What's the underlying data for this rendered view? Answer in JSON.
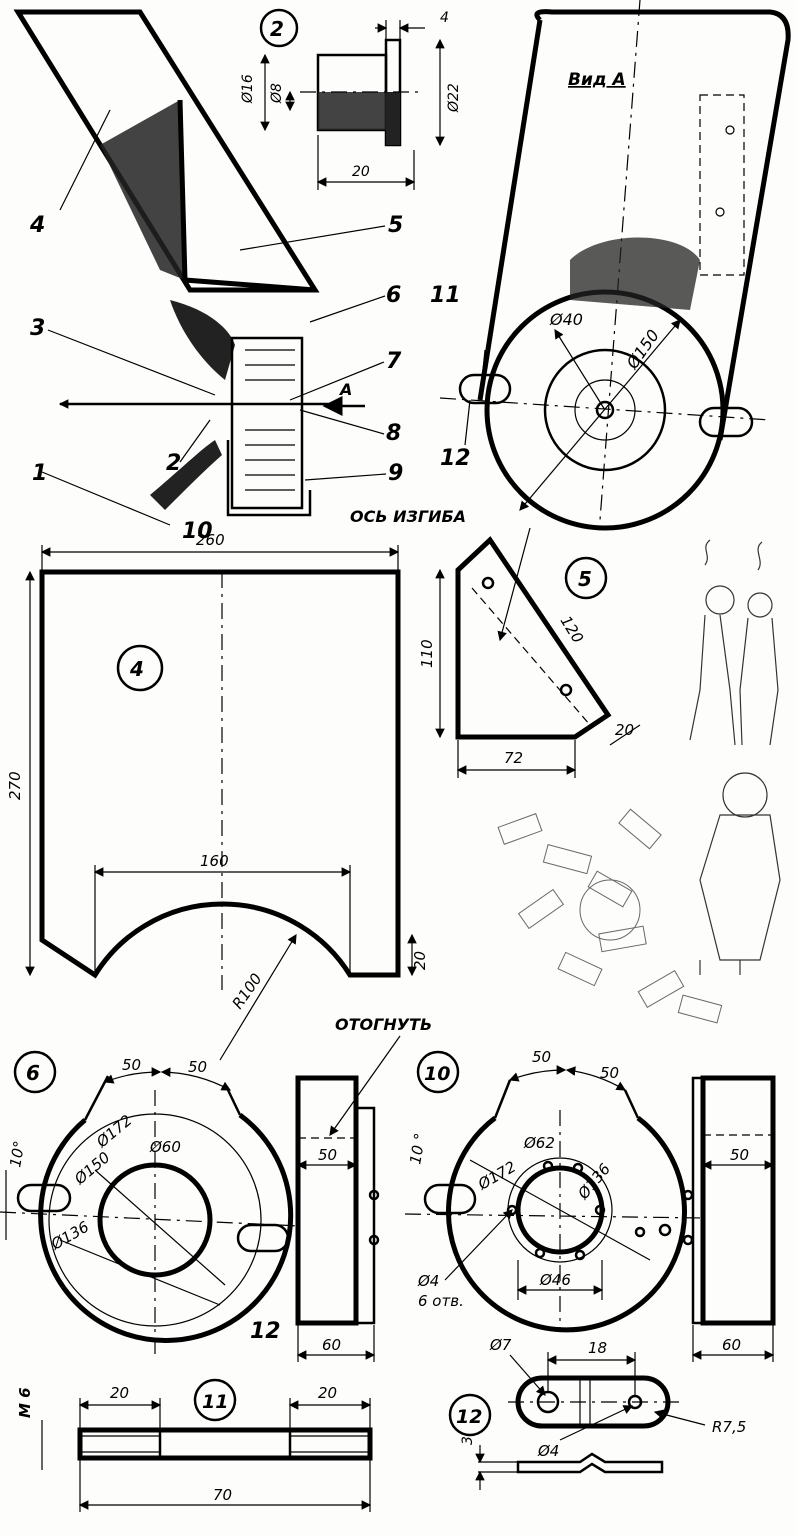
{
  "view_title": "Вид А",
  "bend_axis_label": "ОСЬ ИЗГИБА",
  "fold_label": "ОТОГНУТЬ",
  "arrow_label": "А",
  "part_numbers": {
    "p1": "1",
    "p2": "2",
    "p3": "3",
    "p4": "4",
    "p5": "5",
    "p6": "6",
    "p7": "7",
    "p8": "8",
    "p9": "9",
    "p10": "10",
    "p11": "11",
    "p12": "12",
    "circled_2": "2",
    "circled_4": "4",
    "circled_5": "5",
    "circled_6": "6",
    "circled_10": "10",
    "circled_11": "11",
    "circled_12": "12"
  },
  "detail2": {
    "d16": "Ø16",
    "d8": "Ø8",
    "d22": "Ø22",
    "len": "20",
    "flange": "4"
  },
  "view_a": {
    "d40": "Ø40",
    "d150": "Ø150"
  },
  "detail4": {
    "width": "260",
    "height": "270",
    "notch": "160",
    "radius": "R100",
    "side": "20"
  },
  "detail5": {
    "h": "110",
    "diag": "120",
    "base": "72",
    "end": "20"
  },
  "detail6": {
    "arc1": "50",
    "arc2": "50",
    "d172": "Ø172",
    "d150": "Ø150",
    "d60": "Ø60",
    "d136": "Ø136",
    "angle": "10°",
    "width": "60",
    "tab": "50"
  },
  "detail10": {
    "arc1": "50",
    "arc2": "50",
    "d62": "Ø62",
    "d172": "Ø172",
    "d136": "Ø136",
    "angle": "10 °",
    "d4": "Ø4",
    "holes": "6 отв.",
    "d46": "Ø46",
    "width": "60",
    "tab": "50"
  },
  "detail11": {
    "thread": "М 6",
    "t1": "20",
    "t2": "20",
    "len": "70"
  },
  "detail12": {
    "d7": "Ø7",
    "pitch": "18",
    "d4": "Ø4",
    "radius": "R7,5",
    "thick": "3"
  }
}
